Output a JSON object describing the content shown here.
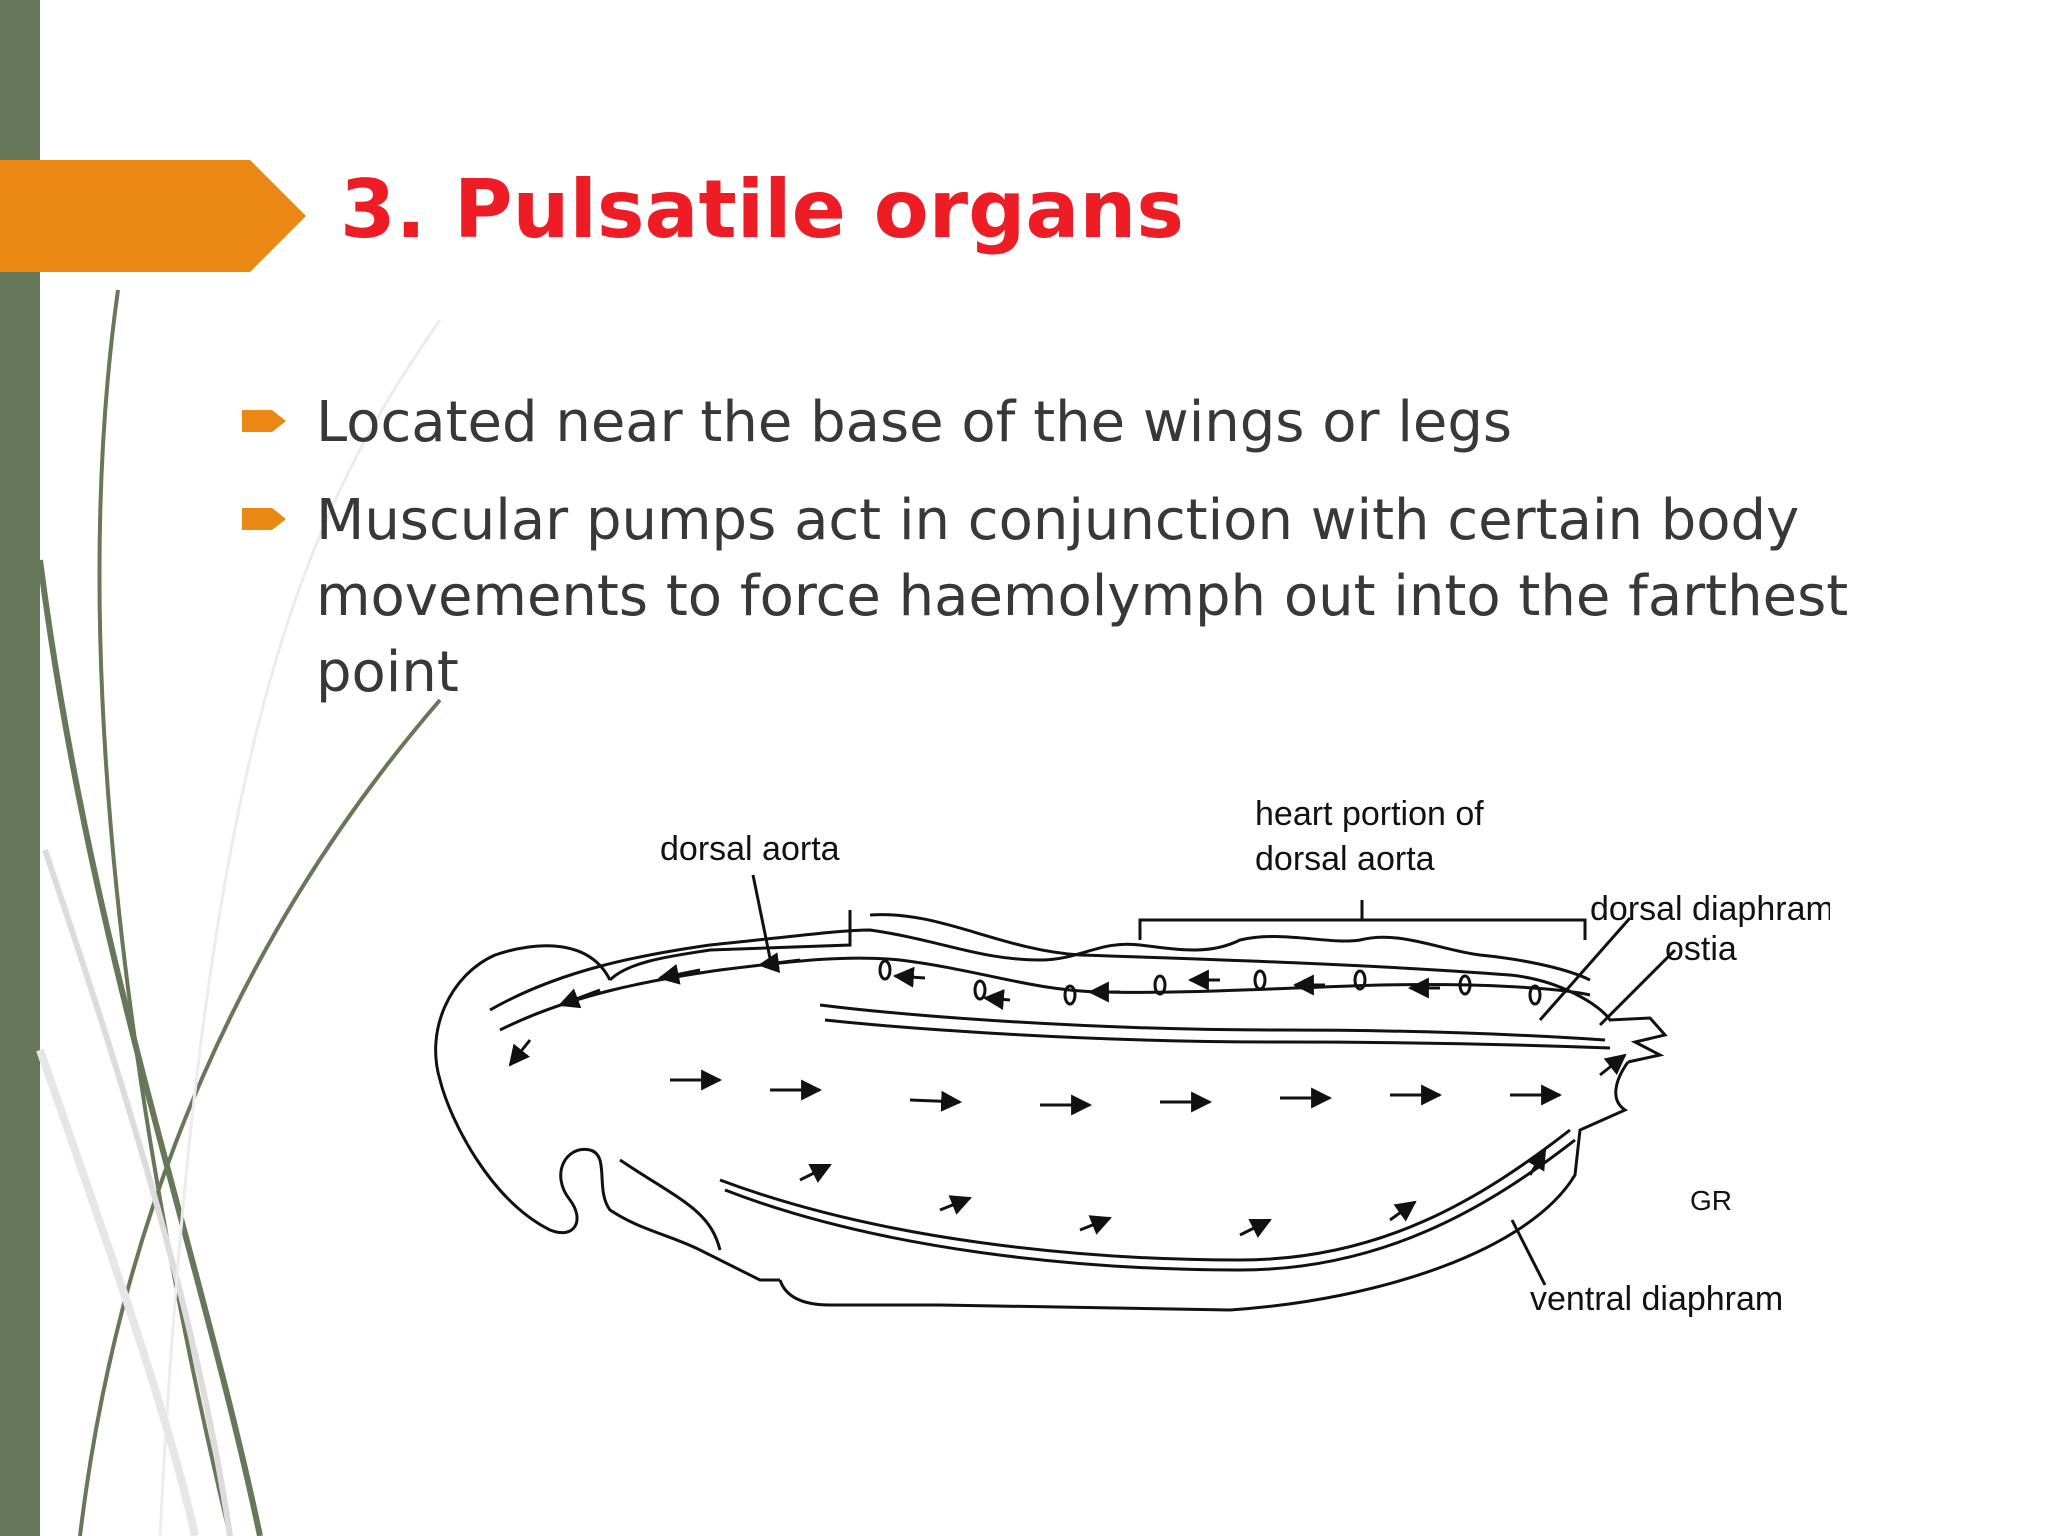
{
  "slide": {
    "title": "3. Pulsatile organs",
    "bullets": [
      "Located near the base of the wings or legs",
      "Muscular pumps act in conjunction with certain body movements to force haemolymph out into the farthest point"
    ]
  },
  "diagram": {
    "labels": {
      "dorsal_aorta": "dorsal aorta",
      "heart_portion_line1": "heart portion of",
      "heart_portion_line2": "dorsal aorta",
      "dorsal_diaphram": "dorsal diaphram",
      "ostia": "ostia",
      "ventral_diaphram": "ventral diaphram",
      "signature": "GR"
    }
  },
  "colors": {
    "accent_orange": "#e98913",
    "title_red": "#ee1c25",
    "side_bar": "#67775a",
    "text": "#383838"
  }
}
